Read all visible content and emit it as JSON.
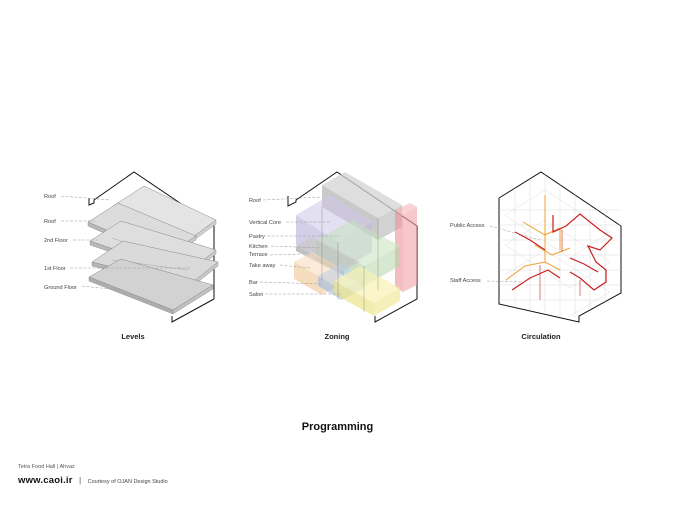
{
  "title": "Programming",
  "levels": {
    "caption": "Levels",
    "labels": [
      "Roof",
      "Roof",
      "2nd Floor",
      "1st Floor",
      "Ground Floor"
    ]
  },
  "zoning": {
    "caption": "Zoning",
    "labels": [
      "Roof",
      "Vertical Core",
      "Pastry",
      "Kitchen",
      "Terrace",
      "Take away",
      "Bar",
      "Salon"
    ]
  },
  "circulation": {
    "caption": "Circulation",
    "labels": [
      "Public Access",
      "Staff Access"
    ]
  },
  "footer": {
    "project": "Tetra Food Hall | Ahvaz",
    "site": "www.caoi.ir",
    "separator": "|",
    "courtesy": "Courtesy of OJAN Design Studio"
  },
  "colors": {
    "outline": "#111111",
    "slab": "#d6d6d6",
    "public_access": "#f0a030",
    "staff_access": "#c81e1e",
    "zone_roof": "#b8b8d8",
    "zone_core": "#c9c3e0",
    "zone_kitchen": "#b9d8b2",
    "zone_takeaway": "#f5d6b0",
    "zone_bar": "#a9c3e3",
    "zone_salon": "#f4ee9c",
    "zone_red": "#f1a5a8"
  }
}
